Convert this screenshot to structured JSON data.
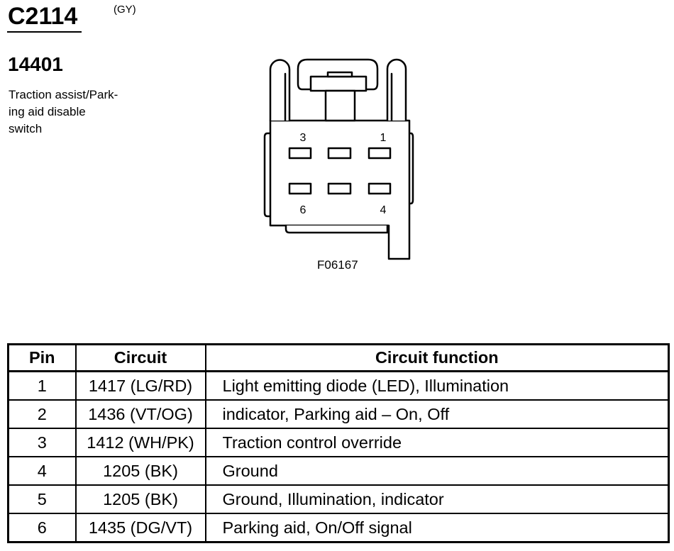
{
  "header": {
    "connector_id": "C2114",
    "connector_color": "(GY)",
    "component_number": "14401",
    "component_description": [
      "Traction assist/Park-",
      "ing aid disable",
      "switch"
    ]
  },
  "diagram": {
    "pin_labels": {
      "top_left": "3",
      "top_right": "1",
      "bottom_left": "6",
      "bottom_right": "4"
    },
    "figure_id": "F06167"
  },
  "pin_table": {
    "columns": [
      "Pin",
      "Circuit",
      "Circuit function"
    ],
    "rows": [
      {
        "pin": "1",
        "circuit": "1417 (LG/RD)",
        "function": "Light emitting diode (LED), Illumination"
      },
      {
        "pin": "2",
        "circuit": "1436 (VT/OG)",
        "function": "indicator, Parking aid – On, Off"
      },
      {
        "pin": "3",
        "circuit": "1412 (WH/PK)",
        "function": "Traction control override"
      },
      {
        "pin": "4",
        "circuit": "1205 (BK)",
        "function": "Ground"
      },
      {
        "pin": "5",
        "circuit": "1205 (BK)",
        "function": "Ground, Illumination, indicator"
      },
      {
        "pin": "6",
        "circuit": "1435 (DG/VT)",
        "function": "Parking aid, On/Off signal"
      }
    ]
  }
}
